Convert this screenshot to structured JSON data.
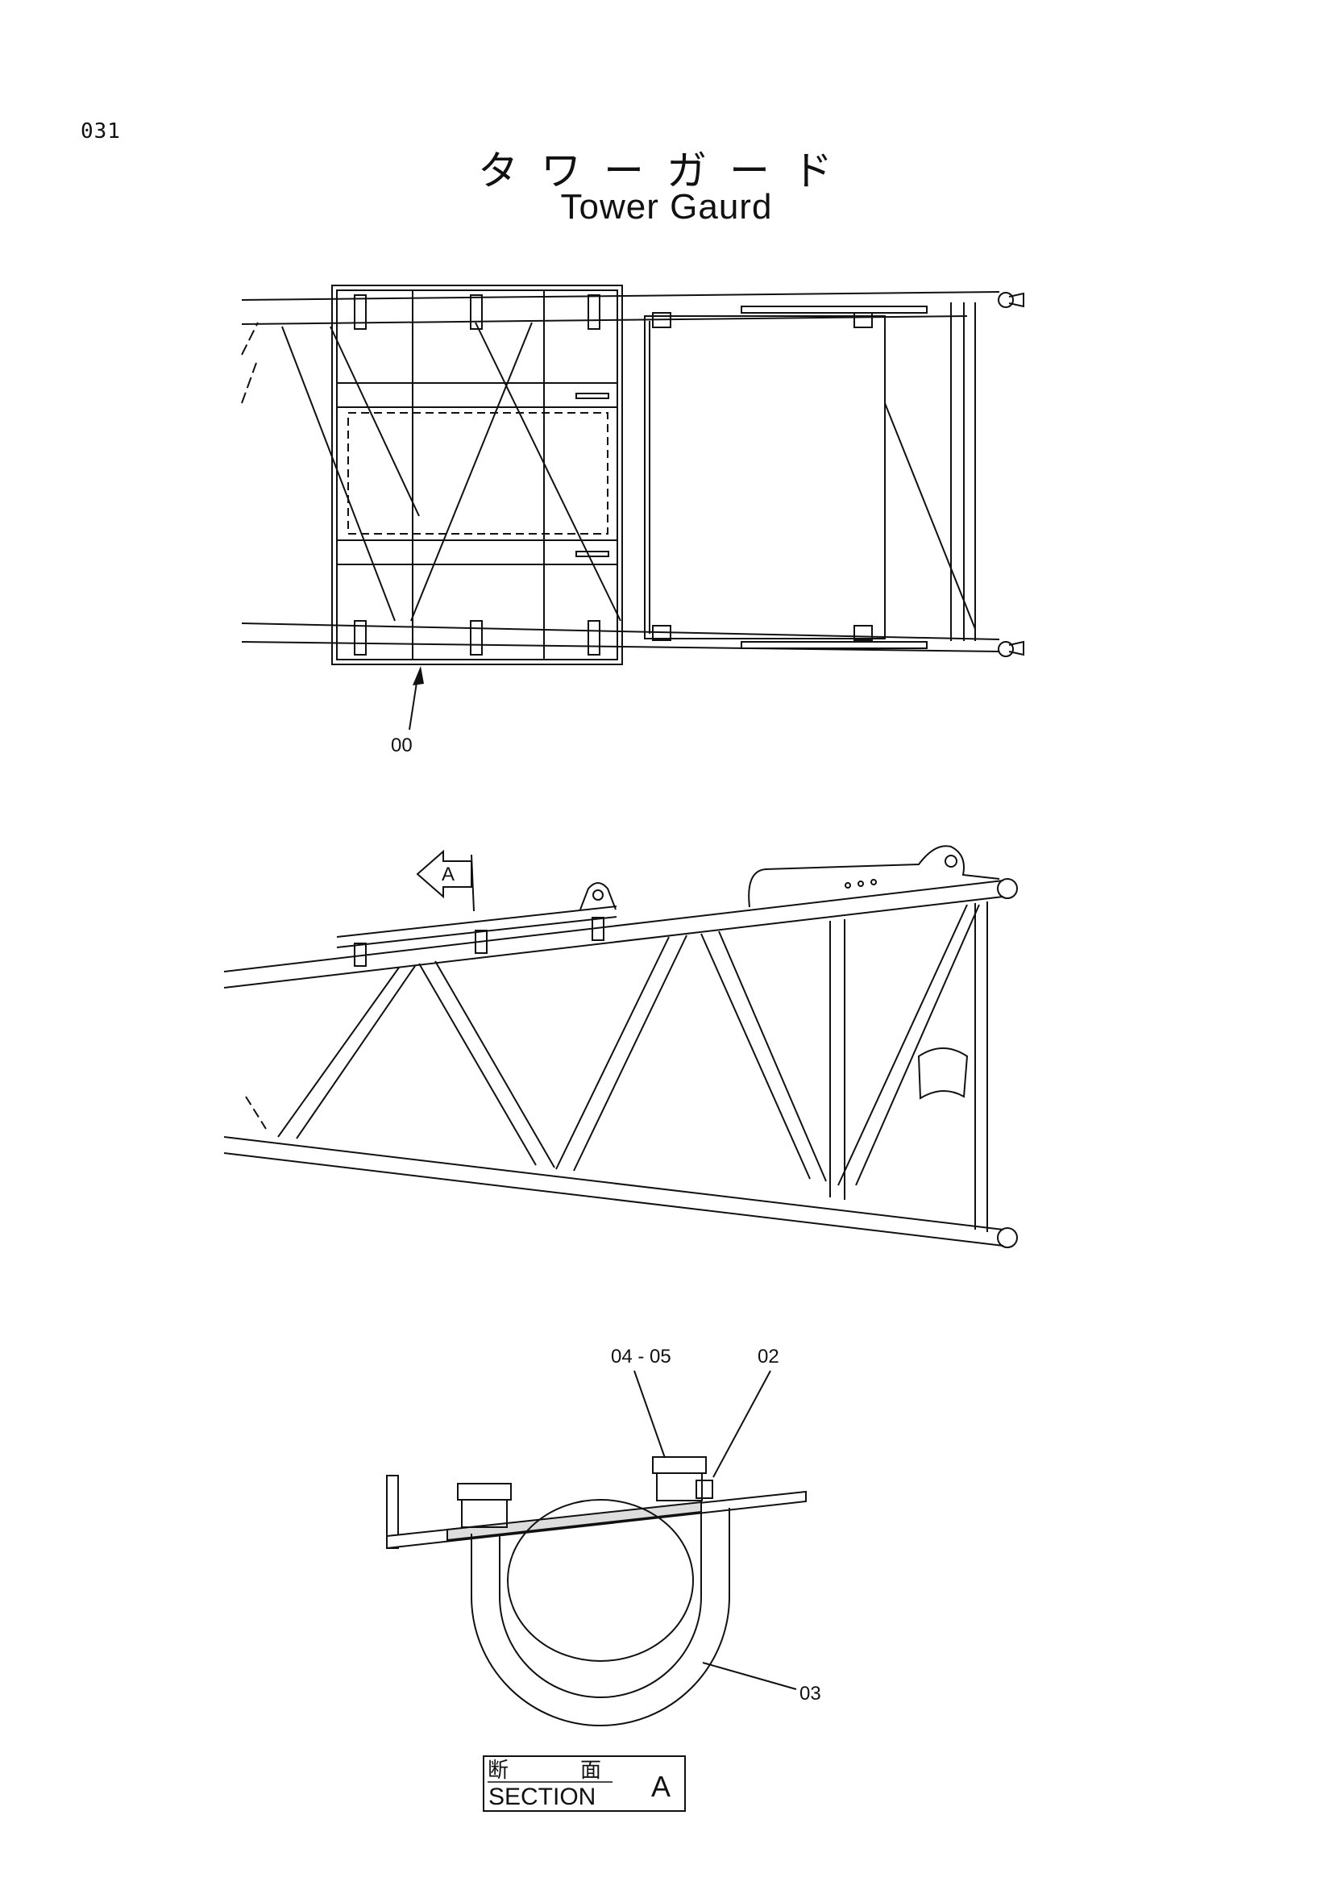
{
  "page_number": "031",
  "title": {
    "japanese": "タワーガード",
    "english": "Tower Gaurd"
  },
  "callouts": {
    "guard_assembly": "00",
    "section_marker": "A",
    "u_bolt_nuts": "04 - 05",
    "plate": "02",
    "u_bolt": "03"
  },
  "section_label": {
    "japanese_left": "断",
    "japanese_right": "面",
    "english": "SECTION",
    "letter": "A"
  }
}
